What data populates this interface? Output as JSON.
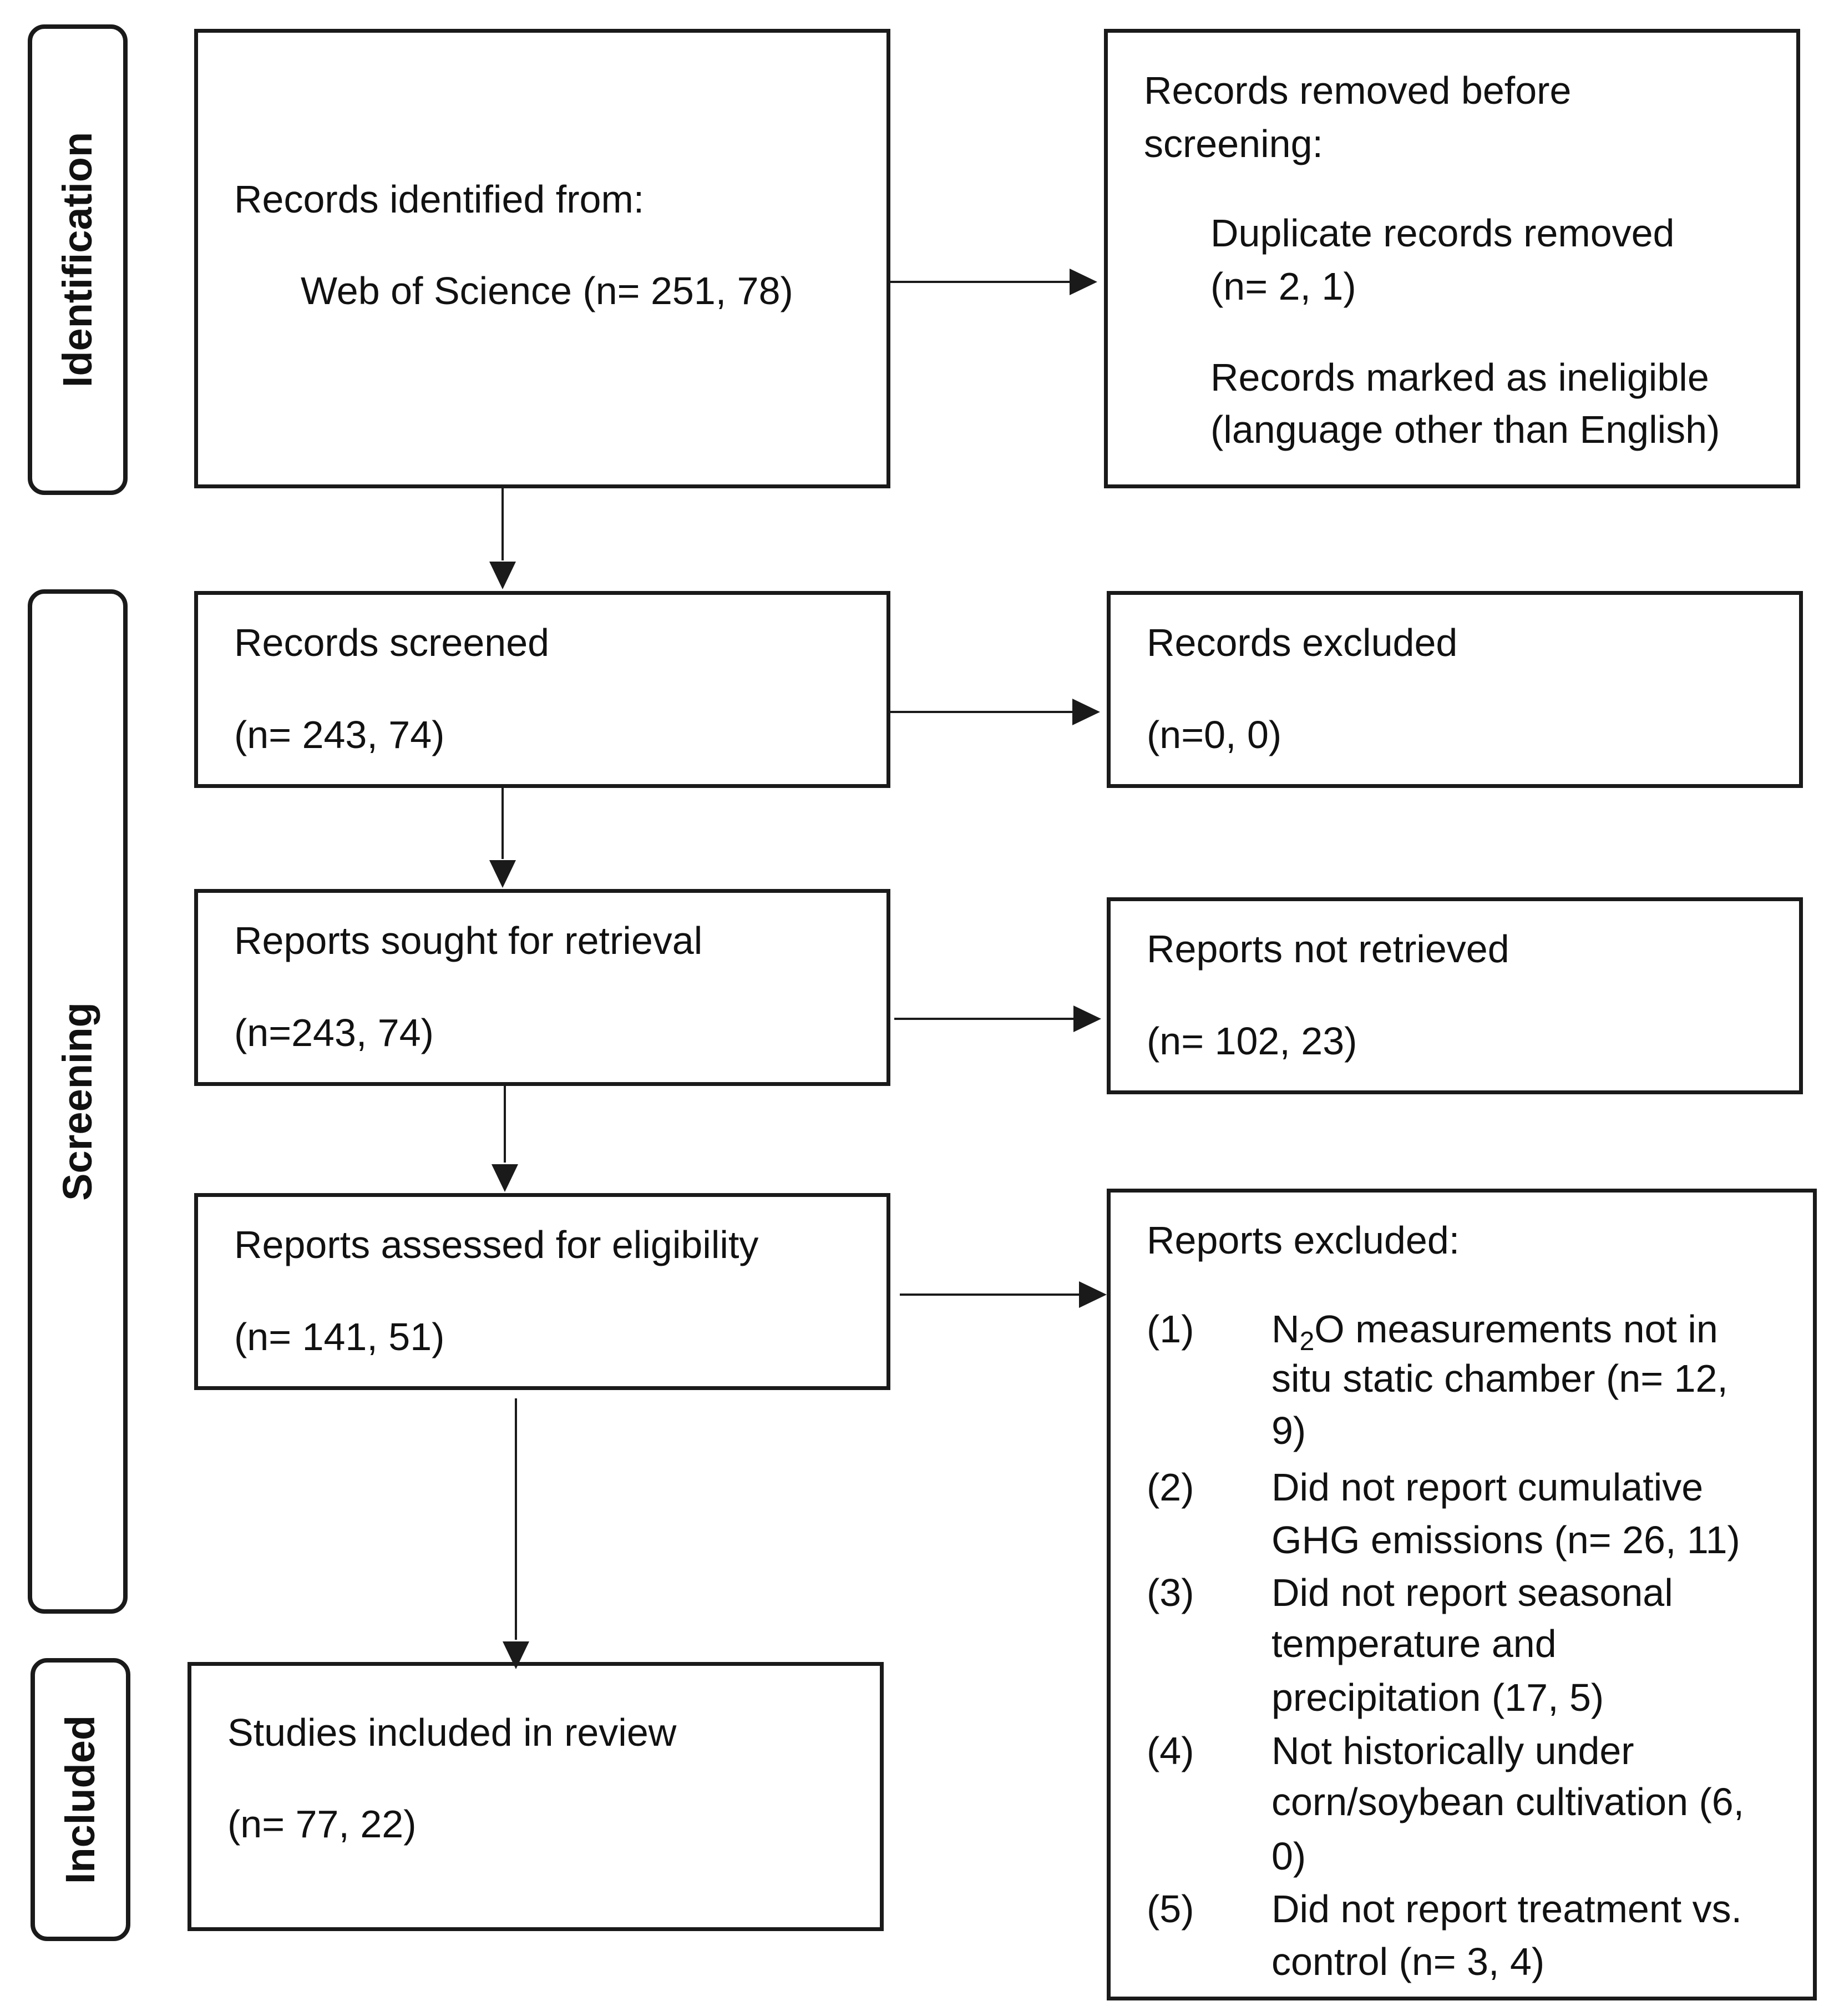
{
  "phases": {
    "identification": "Identification",
    "screening": "Screening",
    "included": "Included"
  },
  "identified": {
    "line1": "Records identified from:",
    "line2": "Web of Science (n= 251, 78)"
  },
  "removed": {
    "line1": "Records removed before",
    "line2": "screening:",
    "line3": "Duplicate records removed",
    "line4": "(n= 2, 1)",
    "line5": "Records marked as ineligible",
    "line6": "(language other than English)"
  },
  "screened": {
    "title": "Records screened",
    "count": "(n= 243, 74)"
  },
  "excluded_records": {
    "title": "Records excluded",
    "count": "(n=0, 0)"
  },
  "sought": {
    "title": "Reports sought for retrieval",
    "count": "(n=243, 74)"
  },
  "not_retrieved": {
    "title": "Reports not retrieved",
    "count": "(n= 102, 23)"
  },
  "assessed": {
    "title": "Reports assessed for eligibility",
    "count": "(n= 141, 51)"
  },
  "included_studies": {
    "title": "Studies included in review",
    "count": "(n= 77, 22)"
  },
  "reports_excluded": {
    "title": "Reports excluded:",
    "n2o_pre": "N",
    "n2o_sub": "2",
    "items": [
      {
        "num": "(1)",
        "lines": [
          "O measurements not in",
          "situ static chamber (n= 12,",
          "9)"
        ]
      },
      {
        "num": "(2)",
        "lines": [
          "Did not report cumulative",
          "GHG emissions (n= 26, 11)"
        ]
      },
      {
        "num": "(3)",
        "lines": [
          "Did not report seasonal",
          "temperature and",
          "precipitation (17, 5)"
        ]
      },
      {
        "num": "(4)",
        "lines": [
          "Not historically under",
          "corn/soybean cultivation (6,",
          "0)"
        ]
      },
      {
        "num": "(5)",
        "lines": [
          "Did not report treatment vs.",
          "control (n= 3, 4)"
        ]
      }
    ]
  }
}
